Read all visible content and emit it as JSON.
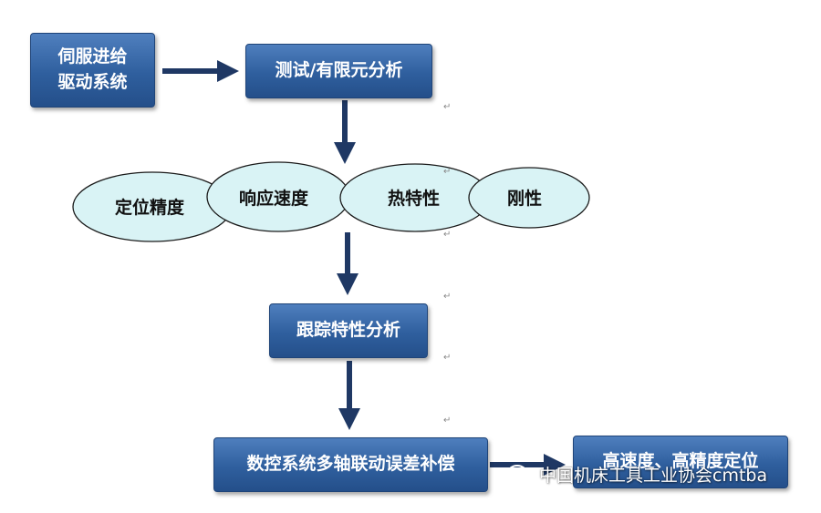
{
  "nodes": {
    "servo": {
      "line1": "伺服进给",
      "line2": "驱动系统"
    },
    "test_fea": {
      "label": "测试/有限元分析"
    },
    "tracking": {
      "label": "跟踪特性分析"
    },
    "cnc": {
      "label": "数控系统多轴联动误差补偿"
    },
    "target": {
      "label": "高速度、高精度定位"
    }
  },
  "ellipses": [
    {
      "label": "定位精度"
    },
    {
      "label": "响应速度"
    },
    {
      "label": "热特性"
    },
    {
      "label": "刚性"
    }
  ],
  "watermark": {
    "text": "中国机床工具工业协会cmtba",
    "icon": "wechat-icon"
  },
  "colors": {
    "box": "#2f5f9e",
    "ellipse": "#d9f3f5",
    "arrow": "#1f3864"
  }
}
